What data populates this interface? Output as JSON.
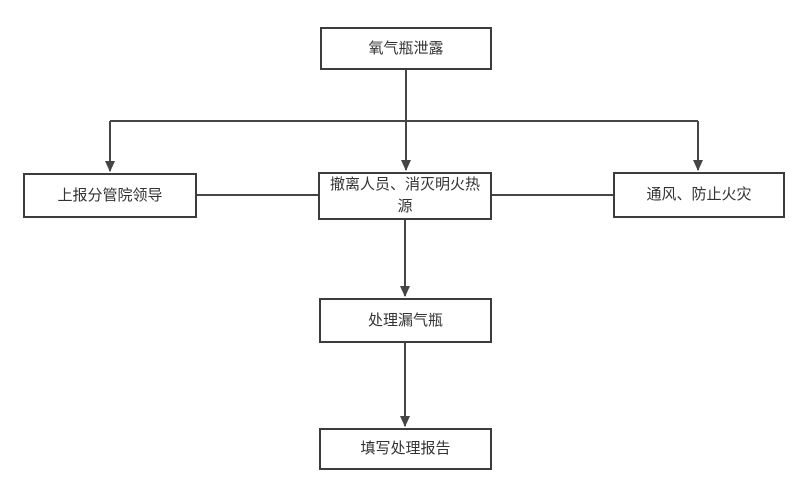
{
  "diagram": {
    "colors": {
      "background": "#ffffff",
      "box_border": "#3c3c3c",
      "connector": "#454545",
      "text": "#333333"
    },
    "nodes": {
      "start": {
        "label": "氧气瓶泄露"
      },
      "report": {
        "label": "上报分管院领导"
      },
      "evacuate": {
        "label": "撤离人员、消灭明火热源"
      },
      "ventilate": {
        "label": "通风、防止火灾"
      },
      "handle": {
        "label": "处理漏气瓶"
      },
      "write": {
        "label": "填写处理报告"
      }
    },
    "edges": [
      {
        "from": "start",
        "to": "report",
        "arrow": true
      },
      {
        "from": "start",
        "to": "evacuate",
        "arrow": true
      },
      {
        "from": "start",
        "to": "ventilate",
        "arrow": true
      },
      {
        "from": "report",
        "to": "evacuate",
        "arrow": false
      },
      {
        "from": "evacuate",
        "to": "ventilate",
        "arrow": false
      },
      {
        "from": "evacuate",
        "to": "handle",
        "arrow": true
      },
      {
        "from": "handle",
        "to": "write",
        "arrow": true
      }
    ]
  }
}
